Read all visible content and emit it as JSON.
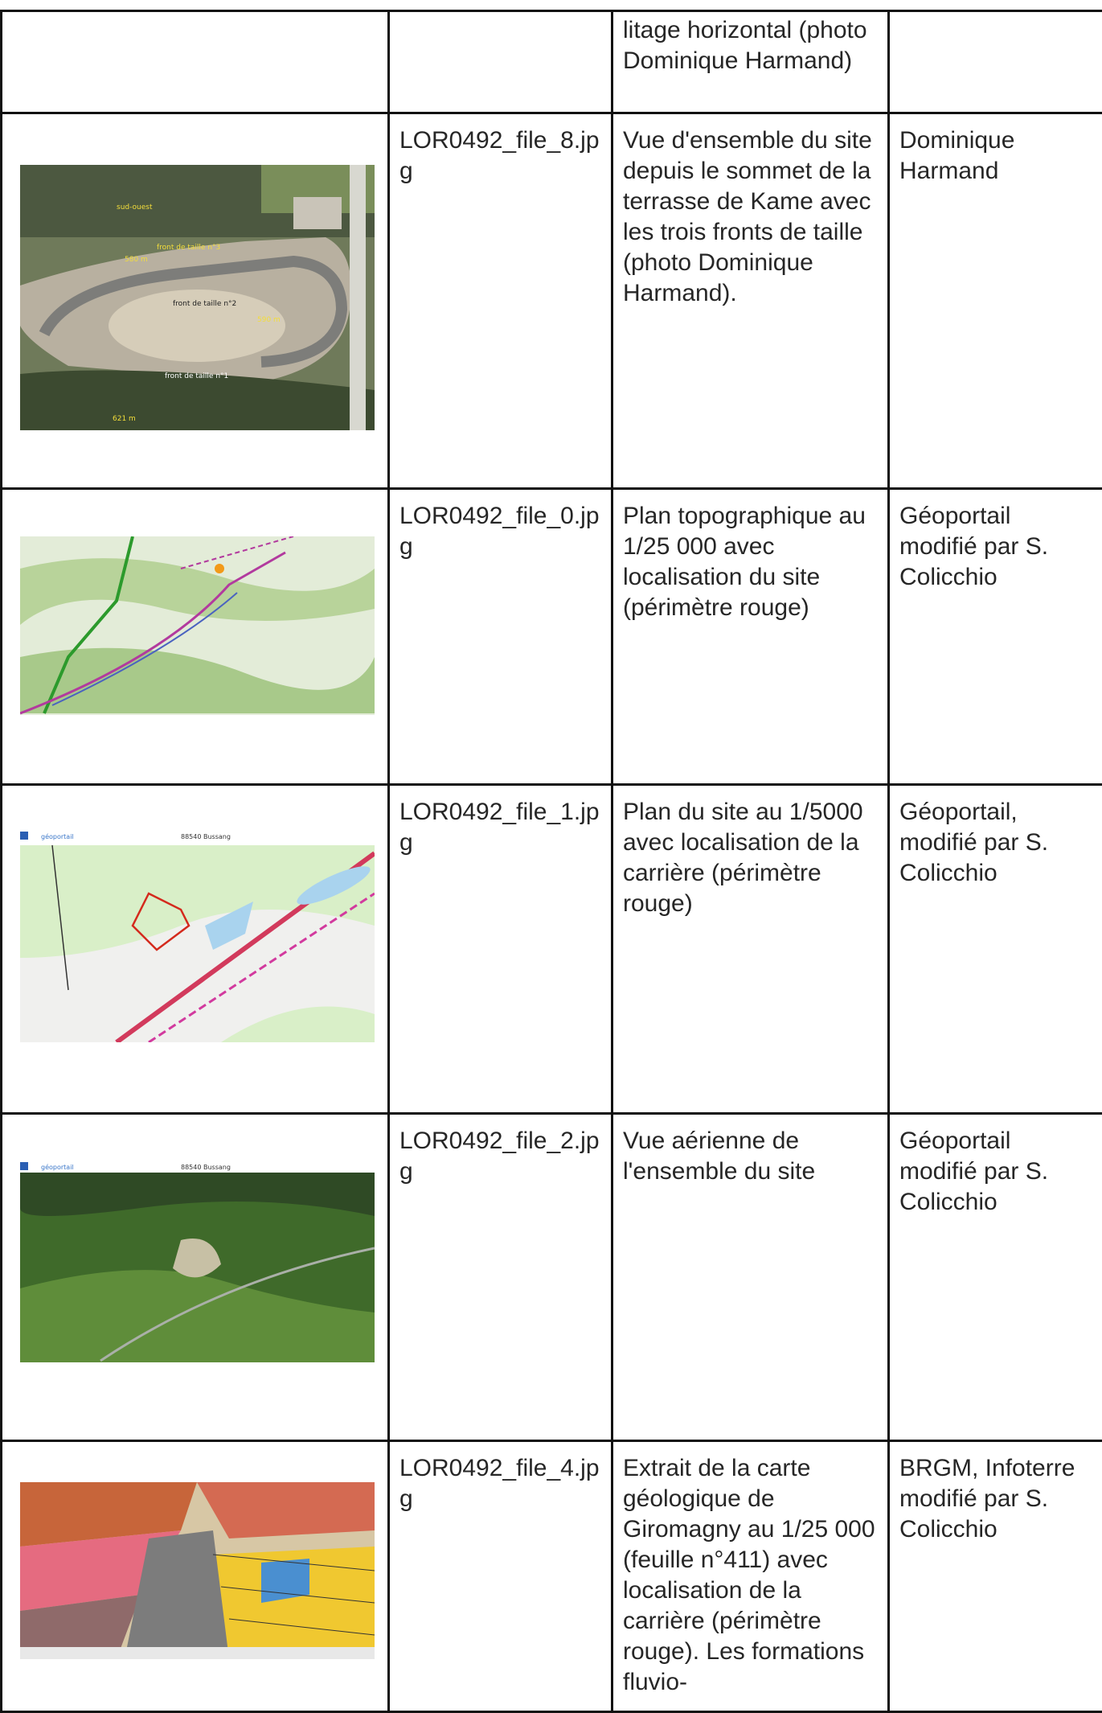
{
  "rows": [
    {
      "filename": "",
      "legend": "litage horizontal (photo Dominique Harmand)",
      "author": ""
    },
    {
      "filename": "LOR0492_file_8.jpg",
      "legend": "Vue d'ensemble du site depuis le sommet de la terrasse de Kame avec les trois fronts de taille (photo Dominique Harmand).",
      "author": "Dominique Harmand",
      "image_labels": [
        "sud-ouest",
        "front de taille n°3",
        "580 m",
        "front de taille n°2",
        "590 m",
        "front de taille n°1",
        "621 m"
      ]
    },
    {
      "filename": "LOR0492_file_0.jpg",
      "legend": "Plan topographique au 1/25 000 avec localisation du site (périmètre rouge)",
      "author": "Géoportail modifié par S. Colicchio"
    },
    {
      "filename": "LOR0492_file_1.jpg",
      "legend": "Plan du site au 1/5000 avec localisation de la carrière (périmètre rouge)",
      "author": "Géoportail, modifié par S. Colicchio",
      "image_labels": [
        "géoportail",
        "88540 Bussang"
      ]
    },
    {
      "filename": "LOR0492_file_2.jpg",
      "legend": "Vue aérienne de l'ensemble du site",
      "author": "Géoportail modifié par S. Colicchio",
      "image_labels": [
        "géoportail",
        "88540 Bussang"
      ]
    },
    {
      "filename": "LOR0492_file_4.jpg",
      "legend": "Extrait de la carte géologique de Giromagny au 1/25 000 (feuille n°411) avec localisation de la carrière (périmètre rouge).  Les formations fluvio-",
      "author": "BRGM, Infoterre modifié par S. Colicchio"
    }
  ]
}
